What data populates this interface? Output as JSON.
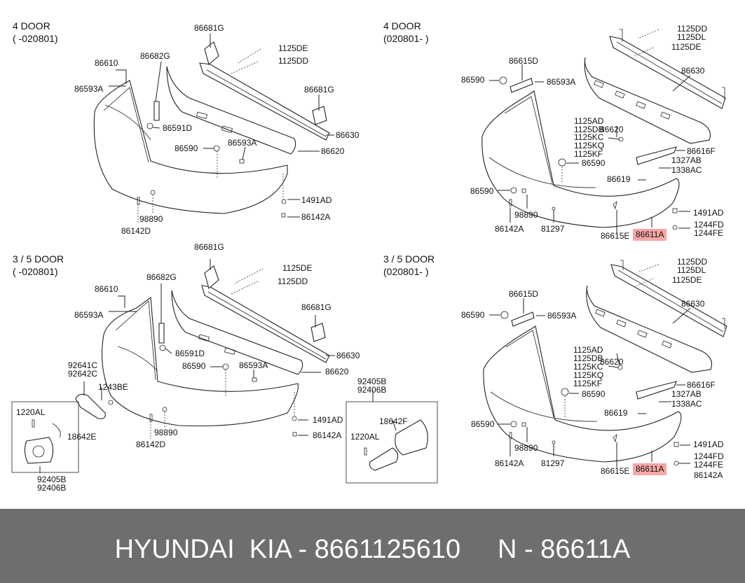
{
  "panels": [
    {
      "variant": "4 DOOR",
      "period": "( -020801)"
    },
    {
      "variant": "4 DOOR",
      "period": "(020801- )"
    },
    {
      "variant": "3 / 5 DOOR",
      "period": "( -020801)"
    },
    {
      "variant": "3 / 5 DOOR",
      "period": "(020801- )"
    }
  ],
  "labels": {
    "p1": [
      "86681G",
      "1125DE",
      "1125DD",
      "86682G",
      "86610",
      "86593A",
      "86591D",
      "86681G",
      "86630",
      "86590",
      "86593A",
      "86620",
      "1491AD",
      "98890",
      "86142A",
      "86142D"
    ],
    "p2": [
      "1125DD",
      "1125DL",
      "1125DE",
      "86615D",
      "86590",
      "86593A",
      "86630",
      "1125AD",
      "1125DB",
      "1125KC",
      "1125KQ",
      "1125KF",
      "86620",
      "86616F",
      "1327AB",
      "1338AC",
      "86590",
      "86619",
      "86590",
      "98890",
      "1491AD",
      "81297",
      "86142A",
      "1244FD",
      "1244FE",
      "86615E",
      "86611A"
    ],
    "p3": [
      "86681G",
      "1125DE",
      "1125DD",
      "86682G",
      "86610",
      "86593A",
      "86681G",
      "86591D",
      "86630",
      "86590",
      "86593A",
      "86620",
      "92641C",
      "92642C",
      "1243BE",
      "1491AD",
      "98890",
      "86142A",
      "86142D",
      "1220AL",
      "18642E",
      "92405B",
      "92406B",
      "92405B",
      "92406B",
      "18642F",
      "1220AL"
    ],
    "p4": [
      "1125DD",
      "1125DL",
      "1125DE",
      "86615D",
      "86590",
      "86593A",
      "86630",
      "1125AD",
      "1125DB",
      "1125KC",
      "1125KQ",
      "1125KF",
      "86620",
      "86616F",
      "86590",
      "1327AB",
      "1338AC",
      "86619",
      "86590",
      "98890",
      "1491AD",
      "81297",
      "86142A",
      "1244FD",
      "1244FE",
      "86615E",
      "86611A",
      "86142A"
    ]
  },
  "highlight": {
    "part": "86611A",
    "color": "#f7a6a6"
  },
  "footer": {
    "text": "HYUNDAI  KIA - 8661125610     N - 86611A",
    "background": "#6e6e6e"
  }
}
